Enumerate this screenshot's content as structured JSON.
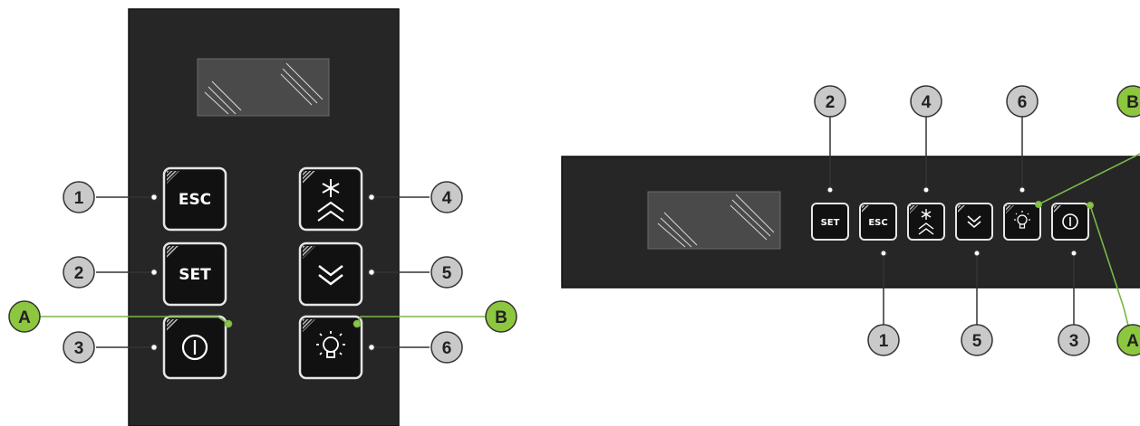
{
  "colors": {
    "panel": "#262626",
    "display": "#4a4a4a",
    "button_border": "#e6e6e6",
    "callout_fill": "#c9c9c9",
    "callout_stroke": "#333333",
    "led_callout_fill": "#8dc63f",
    "led_line": "#7ab648"
  },
  "buttons": {
    "esc": "ESC",
    "set": "SET",
    "power": "power-icon",
    "defrost_up": "snowflake-up-icon",
    "down": "double-chevron-down-icon",
    "light": "light-bulb-icon"
  },
  "callouts": {
    "n1": "1",
    "n2": "2",
    "n3": "3",
    "n4": "4",
    "n5": "5",
    "n6": "6",
    "led_a": "A",
    "led_b": "B"
  }
}
